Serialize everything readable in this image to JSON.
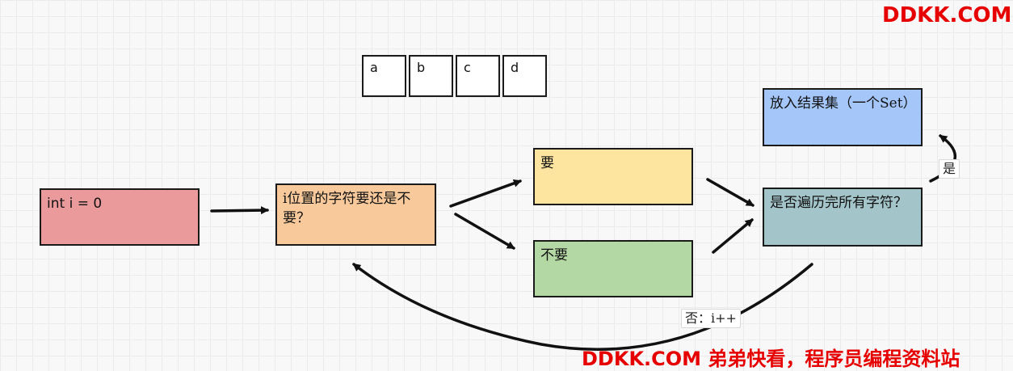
{
  "diagram": {
    "array_cells": [
      "a",
      "b",
      "c",
      "d"
    ],
    "nodes": {
      "init": {
        "label": "int i = 0",
        "color": "#eb9a9c"
      },
      "decide": {
        "label": "i位置的字符要还是不要？",
        "color": "#f7c99b"
      },
      "take": {
        "label": "要",
        "color": "#fee59f"
      },
      "skip": {
        "label": "不要",
        "color": "#b4d8a4"
      },
      "check": {
        "label": "是否遍历完所有字符？",
        "color": "#a3c4c9"
      },
      "result": {
        "label": "放入结果集（一个Set）",
        "color": "#a4c6f9"
      }
    },
    "edge_labels": {
      "yes": "是",
      "no": "否：i++"
    }
  },
  "watermarks": {
    "top": "DDKK.COM",
    "bottom": "DDKK.COM 弟弟快看，程序员编程资料站"
  }
}
